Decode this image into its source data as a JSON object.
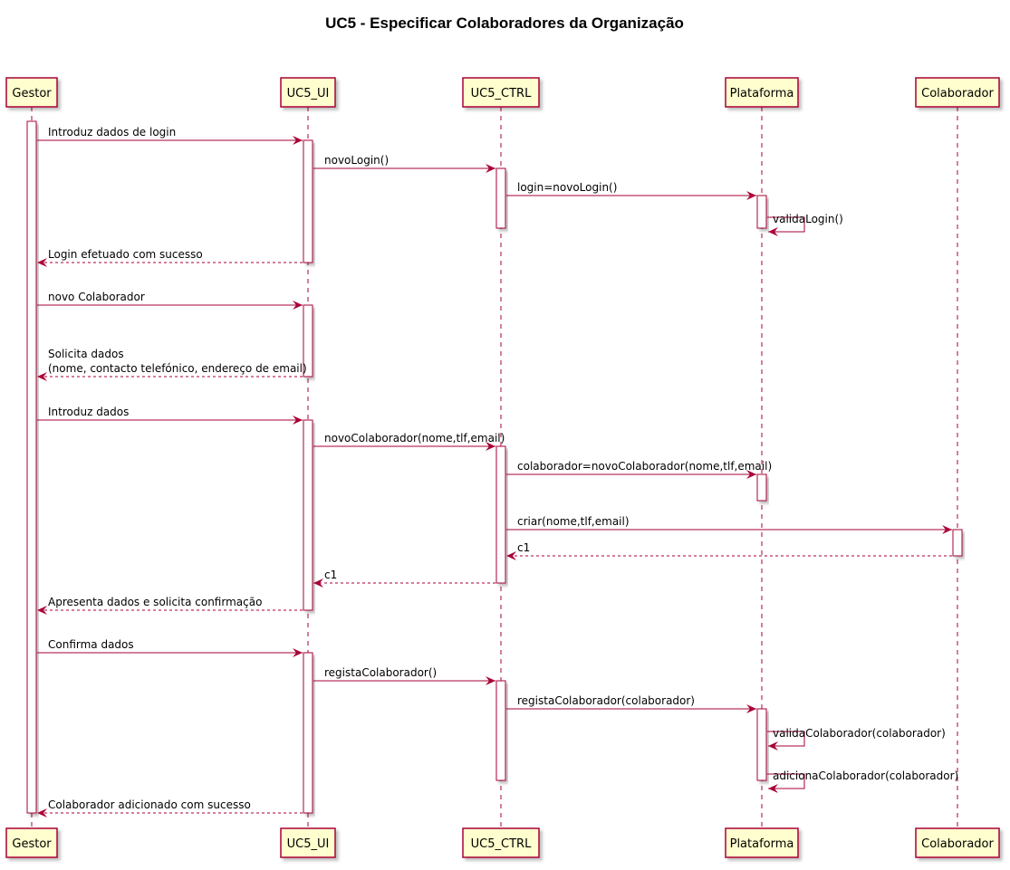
{
  "title": "UC5 - Especificar Colaboradores da Organização",
  "colors": {
    "arrow": "#A80036",
    "participant_fill": "#FEFECE",
    "participant_border": "#A80036",
    "activation_fill": "#FFFFFF",
    "lifeline": "#A80036"
  },
  "participants": [
    {
      "id": "gestor",
      "label": "Gestor"
    },
    {
      "id": "ui",
      "label": "UC5_UI"
    },
    {
      "id": "ctrl",
      "label": "UC5_CTRL"
    },
    {
      "id": "plataforma",
      "label": "Plataforma"
    },
    {
      "id": "colaborador",
      "label": "Colaborador"
    }
  ],
  "messages": [
    {
      "from": "gestor",
      "to": "ui",
      "kind": "sync",
      "lines": [
        "Introduz dados de login"
      ]
    },
    {
      "from": "ui",
      "to": "ctrl",
      "kind": "sync",
      "lines": [
        "novoLogin()"
      ]
    },
    {
      "from": "ctrl",
      "to": "plataforma",
      "kind": "sync",
      "lines": [
        "login=novoLogin()"
      ]
    },
    {
      "from": "plataforma",
      "to": "plataforma",
      "kind": "self",
      "lines": [
        "validaLogin()"
      ]
    },
    {
      "from": "ui",
      "to": "gestor",
      "kind": "return",
      "lines": [
        "Login efetuado com sucesso"
      ]
    },
    {
      "from": "gestor",
      "to": "ui",
      "kind": "sync",
      "lines": [
        "novo Colaborador"
      ]
    },
    {
      "from": "ui",
      "to": "gestor",
      "kind": "return",
      "lines": [
        "Solicita dados",
        "(nome, contacto telefónico, endereço de email)"
      ]
    },
    {
      "from": "gestor",
      "to": "ui",
      "kind": "sync",
      "lines": [
        "Introduz dados"
      ]
    },
    {
      "from": "ui",
      "to": "ctrl",
      "kind": "sync",
      "lines": [
        "novoColaborador(nome,tlf,email)"
      ]
    },
    {
      "from": "ctrl",
      "to": "plataforma",
      "kind": "sync",
      "lines": [
        "colaborador=novoColaborador(nome,tlf,email)"
      ]
    },
    {
      "from": "ctrl",
      "to": "colaborador",
      "kind": "sync",
      "lines": [
        "criar(nome,tlf,email)"
      ]
    },
    {
      "from": "colaborador",
      "to": "ctrl",
      "kind": "return",
      "lines": [
        "c1"
      ]
    },
    {
      "from": "ctrl",
      "to": "ui",
      "kind": "return",
      "lines": [
        "c1"
      ]
    },
    {
      "from": "ui",
      "to": "gestor",
      "kind": "return",
      "lines": [
        "Apresenta dados e solicita confirmação"
      ]
    },
    {
      "from": "gestor",
      "to": "ui",
      "kind": "sync",
      "lines": [
        "Confirma dados"
      ]
    },
    {
      "from": "ui",
      "to": "ctrl",
      "kind": "sync",
      "lines": [
        "registaColaborador()"
      ]
    },
    {
      "from": "ctrl",
      "to": "plataforma",
      "kind": "sync",
      "lines": [
        "registaColaborador(colaborador)"
      ]
    },
    {
      "from": "plataforma",
      "to": "plataforma",
      "kind": "self",
      "lines": [
        "validaColaborador(colaborador)"
      ]
    },
    {
      "from": "plataforma",
      "to": "plataforma",
      "kind": "self",
      "lines": [
        "adicionaColaborador(colaborador)"
      ]
    },
    {
      "from": "ui",
      "to": "gestor",
      "kind": "return",
      "lines": [
        "Colaborador adicionado com sucesso"
      ]
    }
  ]
}
